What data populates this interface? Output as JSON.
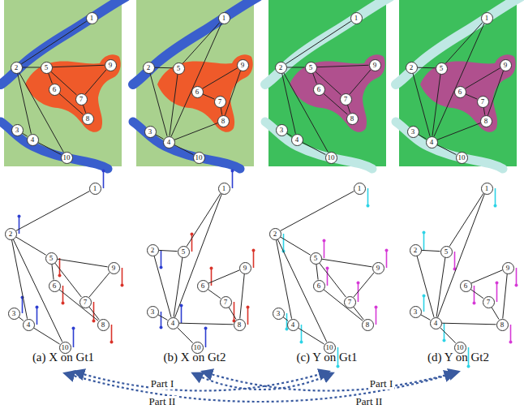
{
  "diagram": {
    "nodes": [
      {
        "text": [
          "1"
        ]
      },
      {
        "text": [
          "2"
        ]
      },
      {
        "text": [
          "3"
        ]
      },
      {
        "text": [
          "4"
        ]
      },
      {
        "text": [
          "5"
        ]
      },
      {
        "text": [
          "6"
        ]
      },
      {
        "text": [
          "7"
        ]
      },
      {
        "text": [
          "8"
        ]
      },
      {
        "text": [
          "9"
        ]
      },
      {
        "text": [
          "10"
        ]
      },
      {
        "text": [
          "1"
        ]
      },
      {
        "text": [
          "2"
        ]
      },
      {
        "text": [
          "3"
        ]
      },
      {
        "text": [
          "4"
        ]
      },
      {
        "text": [
          "5"
        ]
      },
      {
        "text": [
          "6"
        ]
      },
      {
        "text": [
          "7"
        ]
      },
      {
        "text": [
          "8"
        ]
      },
      {
        "text": [
          "9"
        ]
      },
      {
        "text": [
          "10"
        ]
      },
      {
        "text": [
          "1"
        ]
      },
      {
        "text": [
          "2"
        ]
      },
      {
        "text": [
          "3"
        ]
      },
      {
        "text": [
          "4"
        ]
      },
      {
        "text": [
          "5"
        ]
      },
      {
        "text": [
          "6"
        ]
      },
      {
        "text": [
          "7"
        ]
      },
      {
        "text": [
          "8"
        ]
      },
      {
        "text": [
          "9"
        ]
      },
      {
        "text": [
          "10"
        ]
      },
      {
        "text": [
          "1"
        ]
      },
      {
        "text": [
          "2"
        ]
      },
      {
        "text": [
          "3"
        ]
      },
      {
        "text": [
          "4"
        ]
      },
      {
        "text": [
          "5"
        ]
      },
      {
        "text": [
          "6"
        ]
      },
      {
        "text": [
          "7"
        ]
      },
      {
        "text": [
          "8"
        ]
      },
      {
        "text": [
          "9"
        ]
      },
      {
        "text": [
          "10"
        ]
      },
      {
        "text": [
          "1"
        ]
      },
      {
        "text": [
          "2"
        ]
      },
      {
        "text": [
          "3"
        ]
      },
      {
        "text": [
          "4"
        ]
      },
      {
        "text": [
          "5"
        ]
      },
      {
        "text": [
          "6"
        ]
      },
      {
        "text": [
          "7"
        ]
      },
      {
        "text": [
          "8"
        ]
      },
      {
        "text": [
          "9"
        ]
      },
      {
        "text": [
          "10"
        ]
      },
      {
        "text": [
          "1"
        ]
      },
      {
        "text": [
          "2"
        ]
      },
      {
        "text": [
          "3"
        ]
      },
      {
        "text": [
          "4"
        ]
      },
      {
        "text": [
          "5"
        ]
      },
      {
        "text": [
          "6"
        ]
      },
      {
        "text": [
          "7"
        ]
      },
      {
        "text": [
          "8"
        ]
      },
      {
        "text": [
          "9"
        ]
      },
      {
        "text": [
          "10"
        ]
      },
      {
        "text": [
          "1"
        ]
      },
      {
        "text": [
          "2"
        ]
      },
      {
        "text": [
          "3"
        ]
      },
      {
        "text": [
          "4"
        ]
      },
      {
        "text": [
          "5"
        ]
      },
      {
        "text": [
          "6"
        ]
      },
      {
        "text": [
          "7"
        ]
      },
      {
        "text": [
          "8"
        ]
      },
      {
        "text": [
          "9"
        ]
      },
      {
        "text": [
          "10"
        ]
      },
      {
        "text": [
          "1"
        ]
      },
      {
        "text": [
          "2"
        ]
      },
      {
        "text": [
          "3"
        ]
      },
      {
        "text": [
          "4"
        ]
      },
      {
        "text": [
          "5"
        ]
      },
      {
        "text": [
          "6"
        ]
      },
      {
        "text": [
          "7"
        ]
      },
      {
        "text": [
          "8"
        ]
      },
      {
        "text": [
          "9"
        ]
      },
      {
        "text": [
          "10"
        ]
      }
    ],
    "edges": [
      {
        "from": 0,
        "to": 1,
        "arrow": "none"
      },
      {
        "from": 1,
        "to": 4,
        "arrow": "none"
      },
      {
        "from": 1,
        "to": 3,
        "arrow": "none"
      },
      {
        "from": 1,
        "to": 9,
        "arrow": "none"
      },
      {
        "from": 2,
        "to": 3,
        "arrow": "none"
      },
      {
        "from": 3,
        "to": 9,
        "arrow": "none"
      },
      {
        "from": 4,
        "to": 8,
        "arrow": "none"
      },
      {
        "from": 4,
        "to": 5,
        "arrow": "none"
      },
      {
        "from": 4,
        "to": 6,
        "arrow": "none"
      },
      {
        "from": 5,
        "to": 7,
        "arrow": "none"
      },
      {
        "from": 6,
        "to": 8,
        "arrow": "none"
      },
      {
        "from": 6,
        "to": 7,
        "arrow": "none"
      },
      {
        "from": 10,
        "to": 14,
        "arrow": "none"
      },
      {
        "from": 10,
        "to": 13,
        "arrow": "none"
      },
      {
        "from": 11,
        "to": 14,
        "arrow": "none"
      },
      {
        "from": 11,
        "to": 13,
        "arrow": "none"
      },
      {
        "from": 13,
        "to": 14,
        "arrow": "none"
      },
      {
        "from": 12,
        "to": 13,
        "arrow": "none"
      },
      {
        "from": 13,
        "to": 19,
        "arrow": "none"
      },
      {
        "from": 13,
        "to": 17,
        "arrow": "none"
      },
      {
        "from": 15,
        "to": 18,
        "arrow": "none"
      },
      {
        "from": 15,
        "to": 16,
        "arrow": "none"
      },
      {
        "from": 16,
        "to": 17,
        "arrow": "none"
      },
      {
        "from": 17,
        "to": 18,
        "arrow": "none"
      },
      {
        "from": 20,
        "to": 21,
        "arrow": "none"
      },
      {
        "from": 21,
        "to": 24,
        "arrow": "none"
      },
      {
        "from": 21,
        "to": 23,
        "arrow": "none"
      },
      {
        "from": 21,
        "to": 29,
        "arrow": "none"
      },
      {
        "from": 22,
        "to": 23,
        "arrow": "none"
      },
      {
        "from": 23,
        "to": 29,
        "arrow": "none"
      },
      {
        "from": 24,
        "to": 28,
        "arrow": "none"
      },
      {
        "from": 24,
        "to": 25,
        "arrow": "none"
      },
      {
        "from": 24,
        "to": 26,
        "arrow": "none"
      },
      {
        "from": 25,
        "to": 27,
        "arrow": "none"
      },
      {
        "from": 26,
        "to": 28,
        "arrow": "none"
      },
      {
        "from": 26,
        "to": 27,
        "arrow": "none"
      },
      {
        "from": 30,
        "to": 34,
        "arrow": "none"
      },
      {
        "from": 30,
        "to": 33,
        "arrow": "none"
      },
      {
        "from": 31,
        "to": 34,
        "arrow": "none"
      },
      {
        "from": 31,
        "to": 33,
        "arrow": "none"
      },
      {
        "from": 33,
        "to": 34,
        "arrow": "none"
      },
      {
        "from": 32,
        "to": 33,
        "arrow": "none"
      },
      {
        "from": 33,
        "to": 39,
        "arrow": "none"
      },
      {
        "from": 33,
        "to": 37,
        "arrow": "none"
      },
      {
        "from": 35,
        "to": 38,
        "arrow": "none"
      },
      {
        "from": 35,
        "to": 36,
        "arrow": "none"
      },
      {
        "from": 36,
        "to": 37,
        "arrow": "none"
      },
      {
        "from": 37,
        "to": 38,
        "arrow": "none"
      },
      {
        "from": 40,
        "to": 41,
        "arrow": "none"
      },
      {
        "from": 41,
        "to": 44,
        "arrow": "none"
      },
      {
        "from": 41,
        "to": 43,
        "arrow": "none"
      },
      {
        "from": 41,
        "to": 49,
        "arrow": "none"
      },
      {
        "from": 42,
        "to": 43,
        "arrow": "none"
      },
      {
        "from": 43,
        "to": 49,
        "arrow": "none"
      },
      {
        "from": 44,
        "to": 48,
        "arrow": "none"
      },
      {
        "from": 44,
        "to": 45,
        "arrow": "none"
      },
      {
        "from": 44,
        "to": 46,
        "arrow": "none"
      },
      {
        "from": 45,
        "to": 47,
        "arrow": "none"
      },
      {
        "from": 46,
        "to": 48,
        "arrow": "none"
      },
      {
        "from": 46,
        "to": 47,
        "arrow": "none"
      },
      {
        "from": 50,
        "to": 54,
        "arrow": "none"
      },
      {
        "from": 50,
        "to": 53,
        "arrow": "none"
      },
      {
        "from": 51,
        "to": 54,
        "arrow": "none"
      },
      {
        "from": 51,
        "to": 53,
        "arrow": "none"
      },
      {
        "from": 53,
        "to": 54,
        "arrow": "none"
      },
      {
        "from": 52,
        "to": 53,
        "arrow": "none"
      },
      {
        "from": 53,
        "to": 59,
        "arrow": "none"
      },
      {
        "from": 53,
        "to": 57,
        "arrow": "none"
      },
      {
        "from": 55,
        "to": 58,
        "arrow": "none"
      },
      {
        "from": 55,
        "to": 56,
        "arrow": "none"
      },
      {
        "from": 56,
        "to": 57,
        "arrow": "none"
      },
      {
        "from": 57,
        "to": 58,
        "arrow": "none"
      },
      {
        "from": 60,
        "to": 61,
        "arrow": "none"
      },
      {
        "from": 61,
        "to": 64,
        "arrow": "none"
      },
      {
        "from": 61,
        "to": 63,
        "arrow": "none"
      },
      {
        "from": 61,
        "to": 69,
        "arrow": "none"
      },
      {
        "from": 62,
        "to": 63,
        "arrow": "none"
      },
      {
        "from": 63,
        "to": 69,
        "arrow": "none"
      },
      {
        "from": 64,
        "to": 68,
        "arrow": "none"
      },
      {
        "from": 64,
        "to": 65,
        "arrow": "none"
      },
      {
        "from": 64,
        "to": 66,
        "arrow": "none"
      },
      {
        "from": 65,
        "to": 67,
        "arrow": "none"
      },
      {
        "from": 66,
        "to": 68,
        "arrow": "none"
      },
      {
        "from": 66,
        "to": 67,
        "arrow": "none"
      },
      {
        "from": 70,
        "to": 74,
        "arrow": "none"
      },
      {
        "from": 70,
        "to": 73,
        "arrow": "none"
      },
      {
        "from": 71,
        "to": 74,
        "arrow": "none"
      },
      {
        "from": 71,
        "to": 73,
        "arrow": "none"
      },
      {
        "from": 73,
        "to": 74,
        "arrow": "none"
      },
      {
        "from": 72,
        "to": 73,
        "arrow": "none"
      },
      {
        "from": 73,
        "to": 79,
        "arrow": "none"
      },
      {
        "from": 73,
        "to": 77,
        "arrow": "none"
      },
      {
        "from": 75,
        "to": 78,
        "arrow": "none"
      },
      {
        "from": 75,
        "to": 76,
        "arrow": "none"
      },
      {
        "from": 76,
        "to": 77,
        "arrow": "none"
      },
      {
        "from": 77,
        "to": 78,
        "arrow": "none"
      }
    ],
    "labels": [
      "(a) X on Gt1",
      "(b) X on Gt2",
      "(c) Y on Gt1",
      "(d) Y on Gt2",
      "Part I",
      "Part I",
      "Part II",
      "Part II"
    ]
  }
}
